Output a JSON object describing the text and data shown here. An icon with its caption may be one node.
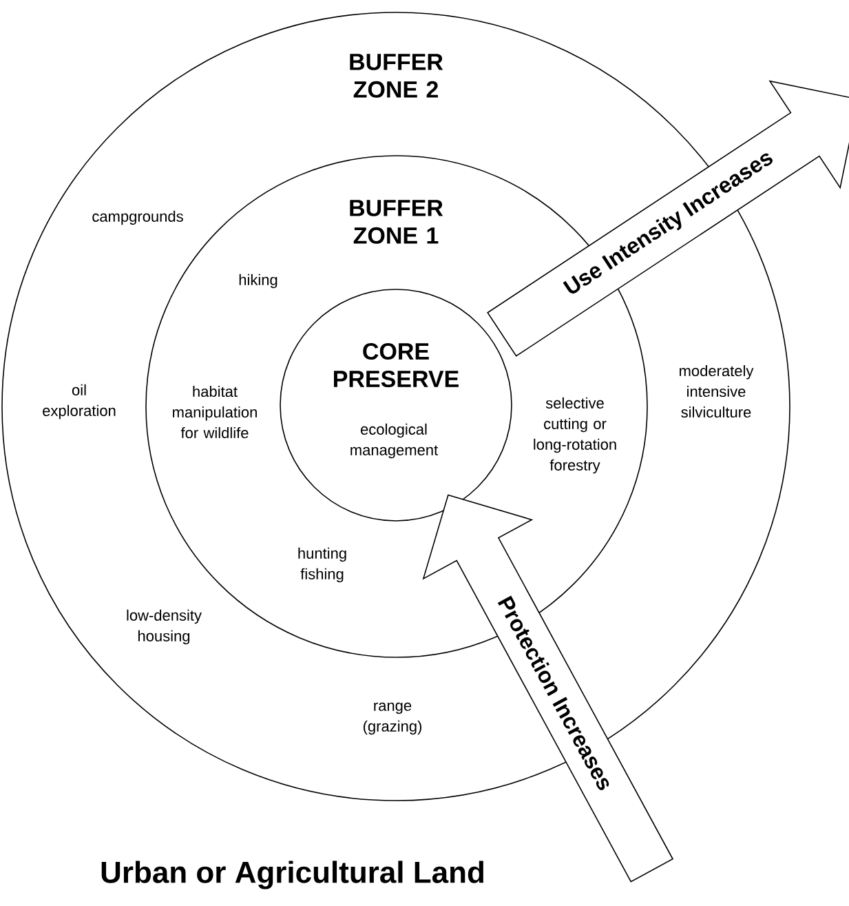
{
  "diagram": {
    "nodes": [
      {
        "text": [
          "BUFFER ZONE 2",
          "campgrounds",
          "oil exploration",
          "low-density housing",
          "range (grazing)",
          "moderately intensive silviculture"
        ]
      },
      {
        "text": [
          "BUFFER ZONE 1",
          "hiking",
          "habitat manipulation for wildlife",
          "hunting fishing",
          "selective cutting or long-rotation forestry"
        ],
        "in": 0
      },
      {
        "text": [
          "CORE PRESERVE",
          "ecological management"
        ],
        "in": 1
      },
      {
        "text": [
          "Use Intensity Increases"
        ]
      },
      {
        "text": [
          "Protection Increases"
        ]
      }
    ],
    "labels": [
      "Urban or Agricultural Land"
    ]
  }
}
